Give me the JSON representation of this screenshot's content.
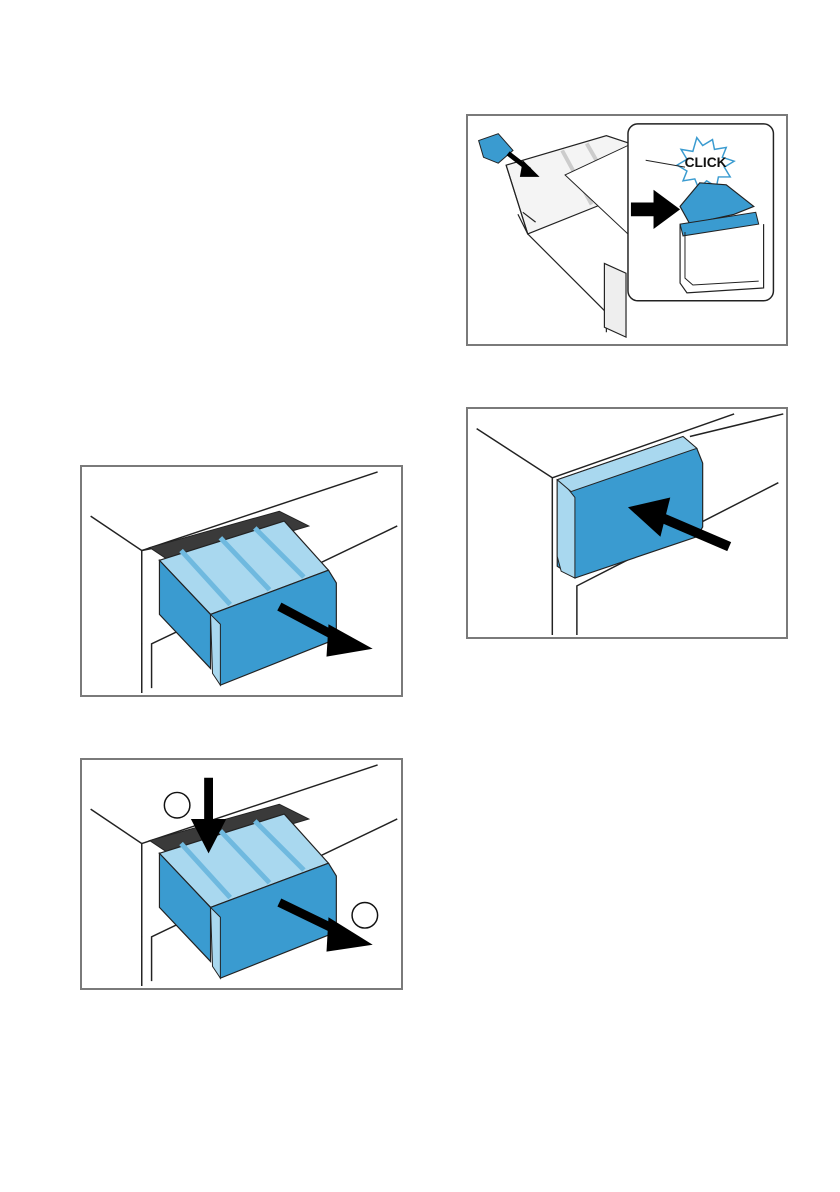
{
  "page": {
    "background": "#ffffff"
  },
  "colors": {
    "accent_blue": "#3a9bd0",
    "light_blue": "#a9d8ef",
    "frame": "#7a7a7a",
    "arrow": "#000000"
  },
  "figures": [
    {
      "id": "drawer-out",
      "icon": "arrow-pull-icon"
    },
    {
      "id": "drawer-release",
      "icon": "arrow-press-icon"
    },
    {
      "id": "insert-click",
      "label": "CLICK"
    },
    {
      "id": "drawer-close",
      "icon": "arrow-push-icon"
    }
  ]
}
